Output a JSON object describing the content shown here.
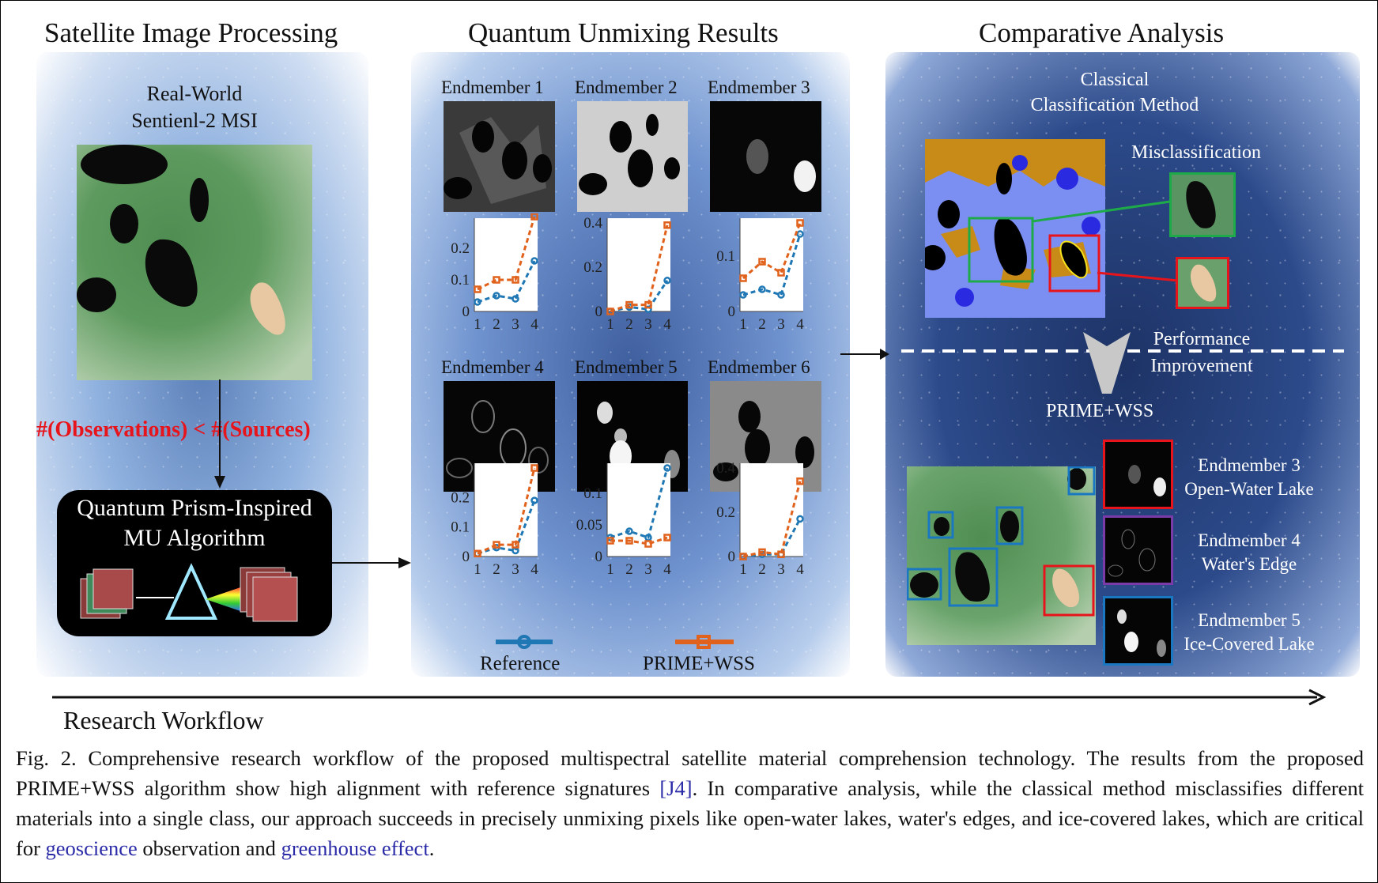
{
  "headers": {
    "left": "Satellite Image Processing",
    "middle": "Quantum Unmixing Results",
    "right": "Comparative Analysis"
  },
  "left_panel": {
    "image_title_line1": "Real-World",
    "image_title_line2": "Sentienl-2 MSI",
    "constraint": "#(Observations) < #(Sources)",
    "algo_line1": "Quantum Prism-Inspired",
    "algo_line2": "MU Algorithm"
  },
  "middle_panel": {
    "endmember_titles": [
      "Endmember 1",
      "Endmember 2",
      "Endmember 3",
      "Endmember 4",
      "Endmember 5",
      "Endmember 6"
    ],
    "legend_reference": "Reference",
    "legend_prime": "PRIME+WSS"
  },
  "chart_data": [
    {
      "type": "line",
      "x": [
        1,
        2,
        3,
        4
      ],
      "x_ticks": [
        "1",
        "2",
        "3",
        "4"
      ],
      "y_ticks": [
        "0",
        "0.1",
        "0.2"
      ],
      "ylim": [
        0,
        0.28
      ],
      "series": [
        {
          "name": "Reference",
          "values": [
            0.03,
            0.05,
            0.04,
            0.16
          ]
        },
        {
          "name": "PRIME+WSS",
          "values": [
            0.07,
            0.1,
            0.1,
            0.3
          ]
        }
      ]
    },
    {
      "type": "line",
      "x": [
        1,
        2,
        3,
        4
      ],
      "x_ticks": [
        "1",
        "2",
        "3",
        "4"
      ],
      "y_ticks": [
        "0",
        "0.2",
        "0.4"
      ],
      "ylim": [
        0,
        0.4
      ],
      "series": [
        {
          "name": "Reference",
          "values": [
            0.0,
            0.02,
            0.01,
            0.14
          ]
        },
        {
          "name": "PRIME+WSS",
          "values": [
            0.0,
            0.03,
            0.03,
            0.39
          ]
        }
      ]
    },
    {
      "type": "line",
      "x": [
        1,
        2,
        3,
        4
      ],
      "x_ticks": [
        "1",
        "2",
        "3",
        "4"
      ],
      "y_ticks": [
        "0",
        "0.1"
      ],
      "ylim": [
        0,
        0.16
      ],
      "series": [
        {
          "name": "Reference",
          "values": [
            0.03,
            0.04,
            0.03,
            0.14
          ]
        },
        {
          "name": "PRIME+WSS",
          "values": [
            0.06,
            0.09,
            0.07,
            0.16
          ]
        }
      ]
    },
    {
      "type": "line",
      "x": [
        1,
        2,
        3,
        4
      ],
      "x_ticks": [
        "1",
        "2",
        "3",
        "4"
      ],
      "y_ticks": [
        "0",
        "0.1",
        "0.2"
      ],
      "ylim": [
        0,
        0.3
      ],
      "series": [
        {
          "name": "Reference",
          "values": [
            0.01,
            0.03,
            0.02,
            0.19
          ]
        },
        {
          "name": "PRIME+WSS",
          "values": [
            0.01,
            0.04,
            0.04,
            0.3
          ]
        }
      ]
    },
    {
      "type": "line",
      "x": [
        1,
        2,
        3,
        4
      ],
      "x_ticks": [
        "1",
        "2",
        "3",
        "4"
      ],
      "y_ticks": [
        "0",
        "0.05",
        "0.1"
      ],
      "ylim": [
        0,
        0.14
      ],
      "series": [
        {
          "name": "Reference",
          "values": [
            0.03,
            0.04,
            0.03,
            0.14
          ]
        },
        {
          "name": "PRIME+WSS",
          "values": [
            0.025,
            0.025,
            0.02,
            0.03
          ]
        }
      ]
    },
    {
      "type": "line",
      "x": [
        1,
        2,
        3,
        4
      ],
      "x_ticks": [
        "1",
        "2",
        "3",
        "4"
      ],
      "y_ticks": [
        "0",
        "0.2",
        "0.4"
      ],
      "ylim": [
        0,
        0.4
      ],
      "series": [
        {
          "name": "Reference",
          "values": [
            0.0,
            0.01,
            0.01,
            0.17
          ]
        },
        {
          "name": "PRIME+WSS",
          "values": [
            0.0,
            0.02,
            0.01,
            0.34
          ]
        }
      ]
    }
  ],
  "right_panel": {
    "classical_line1": "Classical",
    "classical_line2": "Classification Method",
    "misclassification": "Misclassification",
    "performance_line1": "Performance",
    "performance_line2": "Improvement",
    "prime": "PRIME+WSS",
    "em3_line1": "Endmember 3",
    "em3_line2": "Open-Water Lake",
    "em4_line1": "Endmember 4",
    "em4_line2": "Water's Edge",
    "em5_line1": "Endmember 5",
    "em5_line2": "Ice-Covered Lake"
  },
  "workflow_label": "Research Workflow",
  "caption": {
    "part1": "Fig. 2. Comprehensive research workflow of the proposed multispectral satellite material comprehension technology. The results from the proposed PRIME+WSS algorithm show high alignment with reference signatures ",
    "ref": "[J4]",
    "part2": ". In comparative analysis, while the classical method misclassifies different materials into a single class, our approach succeeds in precisely unmixing pixels like open-water lakes, water's edges, and ice-covered lakes, which are critical for ",
    "link1": "geoscience",
    "part3": " observation and ",
    "link2": "greenhouse effect",
    "part4": "."
  },
  "colors": {
    "reference": "#1f77b4",
    "prime": "#e0621c",
    "highlight_red": "#e8141c",
    "box_green": "#1faa4a",
    "box_purple": "#7a3aa8",
    "box_blue": "#1a78c2"
  }
}
